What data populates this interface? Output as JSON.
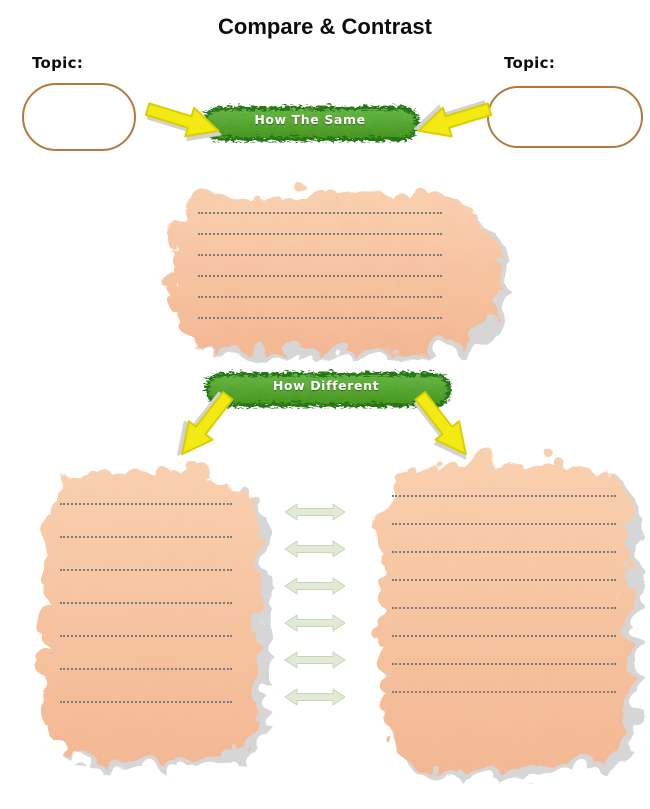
{
  "title": "Compare & Contrast",
  "topic_left": {
    "label": "Topic:"
  },
  "topic_right": {
    "label": "Topic:"
  },
  "banner_same": {
    "label": "How The Same"
  },
  "banner_different": {
    "label": "How Different"
  },
  "writing_areas": {
    "same_line_count": 6,
    "left_line_count": 7,
    "right_line_count": 8
  },
  "connectors": {
    "double_arrow_count": 6
  },
  "colors": {
    "blob_top": "#f9cfae",
    "blob_bottom": "#f3b893",
    "blob_shadow": "#d6d6d6",
    "banner_top": "#67b646",
    "banner_bottom": "#47951f",
    "banner_border": "#267515",
    "banner_shadow": "#dcdcdc",
    "arrow_yellow": "#f2ea12",
    "arrow_yellow_edge": "#d8ce00",
    "connector_fill": "#e0ead4",
    "connector_edge": "#c8d6b8",
    "topic_border": "#b5793d",
    "line_dots": "#7d7d7d"
  }
}
